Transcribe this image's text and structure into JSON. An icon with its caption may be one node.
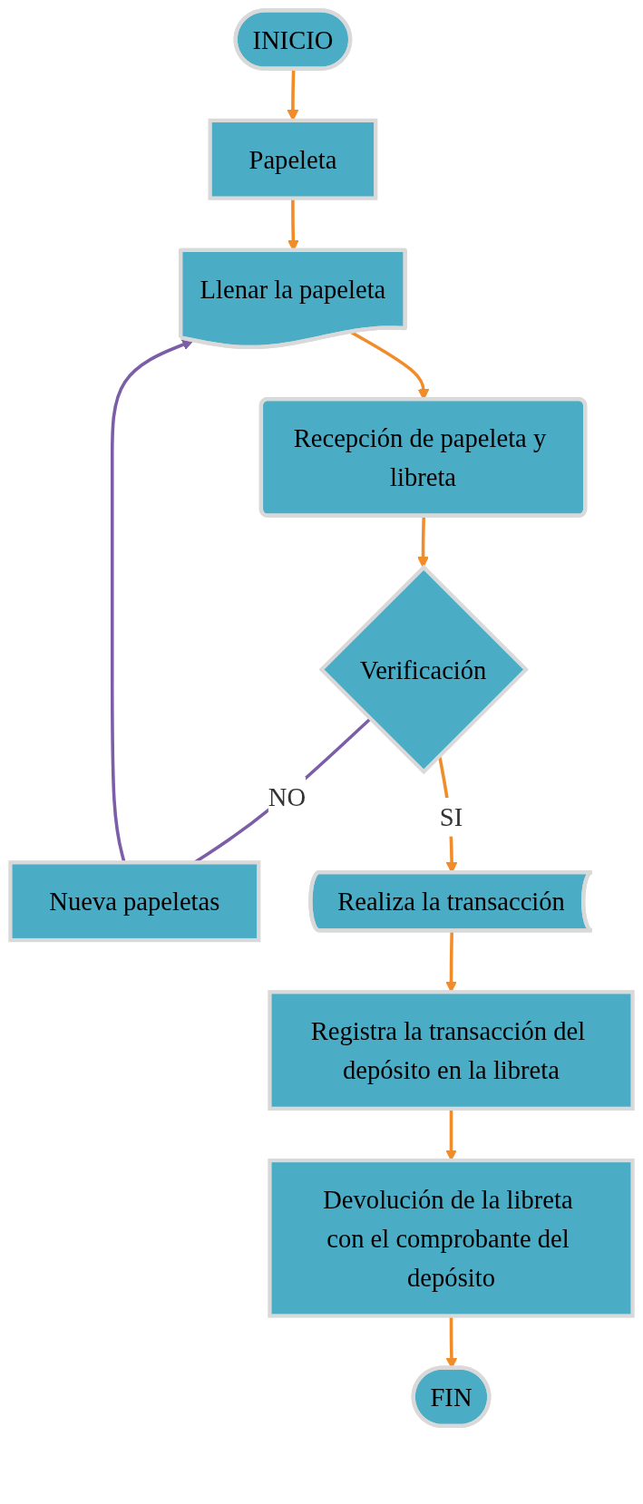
{
  "diagram": {
    "nodes": [
      {
        "text": [
          "INICIO"
        ]
      },
      {
        "text": [
          "Papeleta"
        ]
      },
      {
        "text": [
          "Nueva papeletas"
        ]
      },
      {
        "text": [
          "Llenar la papeleta"
        ]
      },
      {
        "text": [
          "Recepción de papeleta y libreta"
        ]
      },
      {
        "text": [
          "Verificación"
        ]
      },
      {
        "text": [
          "Realiza la transacción"
        ]
      },
      {
        "text": [
          "Registra la transacción del depósito en la libreta"
        ]
      },
      {
        "text": [
          "Devolución de la libreta con el comprobante del depósito"
        ]
      },
      {
        "text": [
          "FIN"
        ]
      }
    ],
    "edges": [
      {
        "from": 0,
        "to": 1,
        "arrow": "to"
      },
      {
        "from": 1,
        "to": 3,
        "arrow": "to"
      },
      {
        "from": 2,
        "to": 3,
        "arrow": "to",
        "color": "#7b5ea7"
      },
      {
        "from": 3,
        "to": 4,
        "arrow": "to"
      },
      {
        "from": 4,
        "to": 5,
        "arrow": "to"
      },
      {
        "from": 5,
        "to": 2,
        "label": "NO",
        "arrow": "none",
        "color": "#7b5ea7"
      },
      {
        "from": 5,
        "to": 6,
        "label": "SI",
        "arrow": "to"
      },
      {
        "from": 6,
        "to": 7,
        "arrow": "to"
      },
      {
        "from": 7,
        "to": 8,
        "arrow": "to"
      },
      {
        "from": 8,
        "to": 9,
        "arrow": "to"
      }
    ]
  }
}
